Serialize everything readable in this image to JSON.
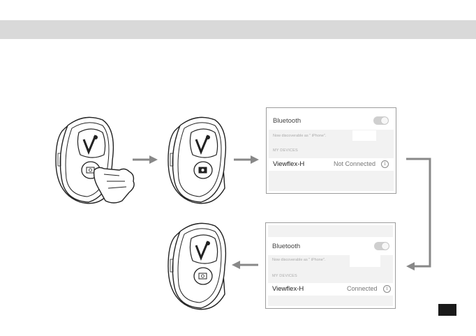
{
  "header_band_color": "#d9d9d9",
  "panels": {
    "before": {
      "bluetooth_label": "Bluetooth",
      "discoverable_text": "Now discoverable as \" iPhone\".",
      "my_devices_label": "MY DEVICES",
      "device_name": "Viewflex-H",
      "status": "Not Connected"
    },
    "after": {
      "bluetooth_label": "Bluetooth",
      "discoverable_text": "Now discoverable as \" iPhone\".",
      "my_devices_label": "MY DEVICES",
      "device_name": "Viewflex-H",
      "status": "Connected"
    }
  },
  "icons": {
    "remote": "remote-shutter-icon",
    "hand": "pointing-hand-icon",
    "arrow": "arrow-right-icon",
    "info": "info-icon",
    "camera": "camera-icon"
  },
  "page_badge_color": "#1a1a1a"
}
